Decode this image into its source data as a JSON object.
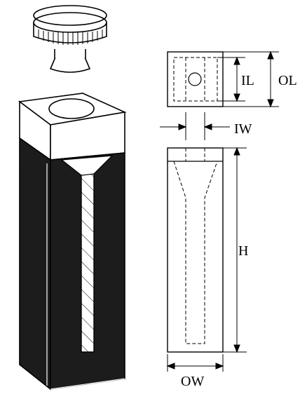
{
  "labels": {
    "il": "IL",
    "ol": "OL",
    "iw": "IW",
    "h": "H",
    "ow": "OW"
  },
  "colors": {
    "ink": "#000000",
    "fill_dark": "#1c1c1c",
    "paper": "#ffffff"
  }
}
